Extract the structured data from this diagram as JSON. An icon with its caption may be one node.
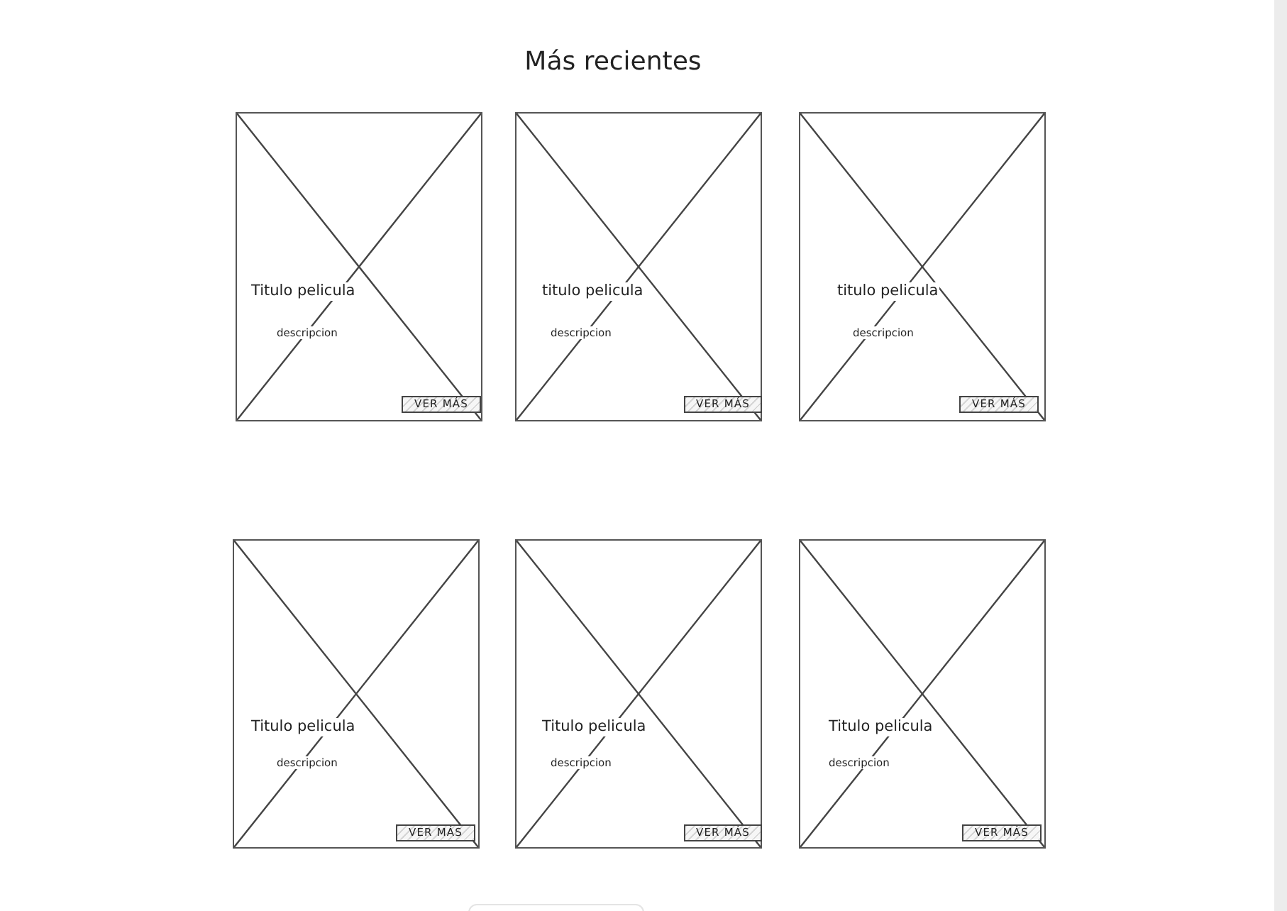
{
  "diagram": {
    "title": "Más recientes",
    "nodes": [
      {
        "text": [
          "Titulo pelicula",
          "descripcion"
        ]
      },
      {
        "text": [
          "VER MÁS"
        ],
        "in": 0
      },
      {
        "text": [
          "titulo pelicula",
          "descripcion"
        ]
      },
      {
        "text": [
          "VER MÁS"
        ],
        "in": 2
      },
      {
        "text": [
          "titulo pelicula",
          "descripcion"
        ]
      },
      {
        "text": [
          "VER MÁS"
        ],
        "in": 4
      },
      {
        "text": [
          "Titulo pelicula",
          "descripcion"
        ]
      },
      {
        "text": [
          "VER MÁS"
        ],
        "in": 6
      },
      {
        "text": [
          "Titulo pelicula",
          "descripcion"
        ]
      },
      {
        "text": [
          "VER MÁS"
        ],
        "in": 8
      },
      {
        "text": [
          "Titulo pelicula",
          "descripcion"
        ]
      },
      {
        "text": [
          "VER MÁS"
        ],
        "in": 10
      }
    ]
  }
}
